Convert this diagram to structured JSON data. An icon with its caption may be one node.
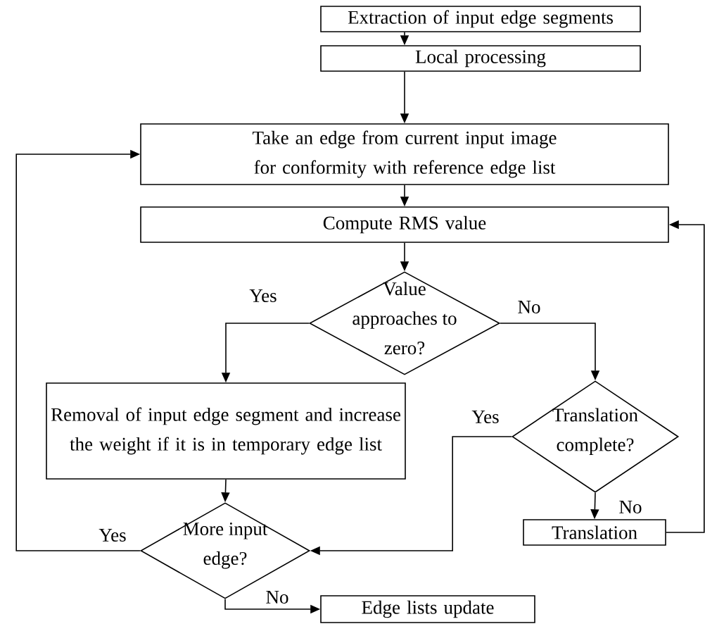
{
  "diagram": {
    "nodes": [
      {
        "text": [
          "Extraction of input edge segments"
        ]
      },
      {
        "text": [
          "Local processing"
        ]
      },
      {
        "text": [
          "Take an edge from current input image for conformity with reference edge list"
        ]
      },
      {
        "text": [
          "Compute RMS value"
        ]
      },
      {
        "text": [
          "Value approaches to zero?"
        ]
      },
      {
        "text": [
          "Removal of input edge segment and increase the weight if it is in temporary edge list"
        ]
      },
      {
        "text": [
          "Translation complete?"
        ]
      },
      {
        "text": [
          "Translation"
        ]
      },
      {
        "text": [
          "More input edge?"
        ]
      },
      {
        "text": [
          "Edge lists update"
        ]
      }
    ],
    "edges": [
      {
        "from": 0,
        "to": 1,
        "arrow": "to"
      },
      {
        "from": 1,
        "to": 2,
        "arrow": "to"
      },
      {
        "from": 2,
        "to": 3,
        "arrow": "to"
      },
      {
        "from": 3,
        "to": 4,
        "arrow": "to"
      },
      {
        "from": 4,
        "to": 5,
        "arrow": "to",
        "label": "Yes"
      },
      {
        "from": 4,
        "to": 6,
        "arrow": "to",
        "label": "No"
      },
      {
        "from": 5,
        "to": 8,
        "arrow": "to"
      },
      {
        "from": 6,
        "to": 8,
        "arrow": "to",
        "label": "Yes"
      },
      {
        "from": 6,
        "to": 7,
        "arrow": "to",
        "label": "No"
      },
      {
        "from": 7,
        "to": 3,
        "arrow": "to"
      },
      {
        "from": 8,
        "to": 2,
        "arrow": "to",
        "label": "Yes"
      },
      {
        "from": 8,
        "to": 9,
        "arrow": "to",
        "label": "No"
      }
    ]
  }
}
